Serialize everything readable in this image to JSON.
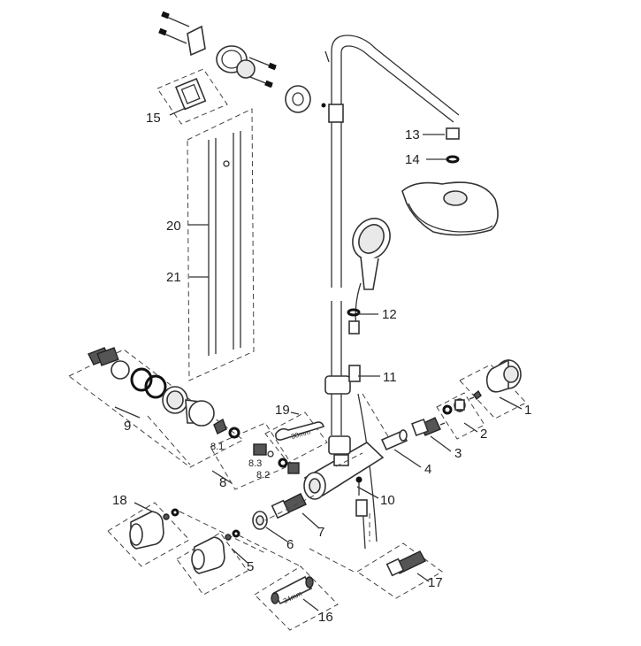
{
  "diagram": {
    "callouts": [
      {
        "id": "1",
        "label": "1"
      },
      {
        "id": "2",
        "label": "2"
      },
      {
        "id": "3",
        "label": "3"
      },
      {
        "id": "4",
        "label": "4"
      },
      {
        "id": "5",
        "label": "5"
      },
      {
        "id": "6",
        "label": "6"
      },
      {
        "id": "7",
        "label": "7"
      },
      {
        "id": "8",
        "label": "8"
      },
      {
        "id": "8.1",
        "label": "8.1"
      },
      {
        "id": "8.2",
        "label": "8.2"
      },
      {
        "id": "8.3",
        "label": "8.3"
      },
      {
        "id": "9",
        "label": "9"
      },
      {
        "id": "10",
        "label": "10"
      },
      {
        "id": "11",
        "label": "11"
      },
      {
        "id": "12",
        "label": "12"
      },
      {
        "id": "13",
        "label": "13"
      },
      {
        "id": "14",
        "label": "14"
      },
      {
        "id": "15",
        "label": "15"
      },
      {
        "id": "16",
        "label": "16"
      },
      {
        "id": "17",
        "label": "17"
      },
      {
        "id": "18",
        "label": "18"
      },
      {
        "id": "19",
        "label": "19"
      },
      {
        "id": "20",
        "label": "20"
      },
      {
        "id": "21",
        "label": "21"
      }
    ],
    "tool_labels": {
      "wrench_19": "30mm",
      "wrench_16": "34mm"
    }
  }
}
